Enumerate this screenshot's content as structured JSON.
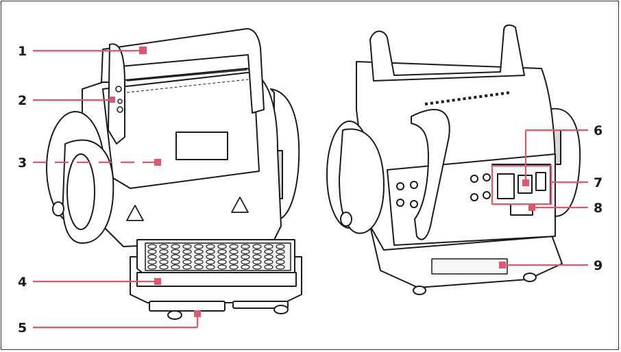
{
  "callouts": [
    {
      "number": "1"
    },
    {
      "number": "2"
    },
    {
      "number": "3"
    },
    {
      "number": "4"
    },
    {
      "number": "5"
    },
    {
      "number": "6"
    },
    {
      "number": "7"
    },
    {
      "number": "8"
    },
    {
      "number": "9"
    }
  ],
  "colors": {
    "callout_line": "#e0566f",
    "outline": "#1a1a1a",
    "body_fill": "#ffffff"
  }
}
